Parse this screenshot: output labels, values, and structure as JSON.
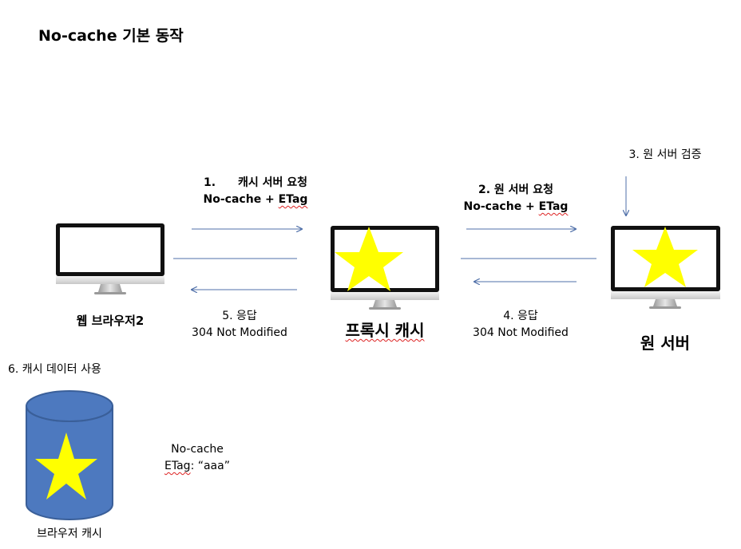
{
  "title": "No-cache 기본 동작",
  "nodes": {
    "browser": {
      "name": "웹 브라우저2"
    },
    "proxy": {
      "name": "프록시 캐시"
    },
    "origin": {
      "name": "원 서버"
    }
  },
  "steps": {
    "step1": {
      "num": "1.",
      "text": "캐시 서버 요청",
      "line2a": "No-cache + ",
      "line2b": "ETag"
    },
    "step2": {
      "line1": "2. 원 서버 요청",
      "line2a": "No-cache + ",
      "line2b": "ETag"
    },
    "step3": {
      "text": "3. 원 서버 검증"
    },
    "step4": {
      "line1": "4. 응답",
      "line2": "304 Not Modified"
    },
    "step5": {
      "line1": "5. 응답",
      "line2": "304 Not Modified"
    },
    "step6": {
      "text": "6. 캐시 데이터 사용"
    }
  },
  "cache_info": {
    "line1": "No-cache",
    "line2a": "ETag",
    "line2b": ": “aaa”"
  },
  "browser_cache": {
    "label": "브라우저 캐시"
  },
  "colors": {
    "star": "#ffff00",
    "arrow": "#4f6fa8",
    "cylinder": "#4d79bf",
    "cylinder_stroke": "#3a5f99"
  }
}
